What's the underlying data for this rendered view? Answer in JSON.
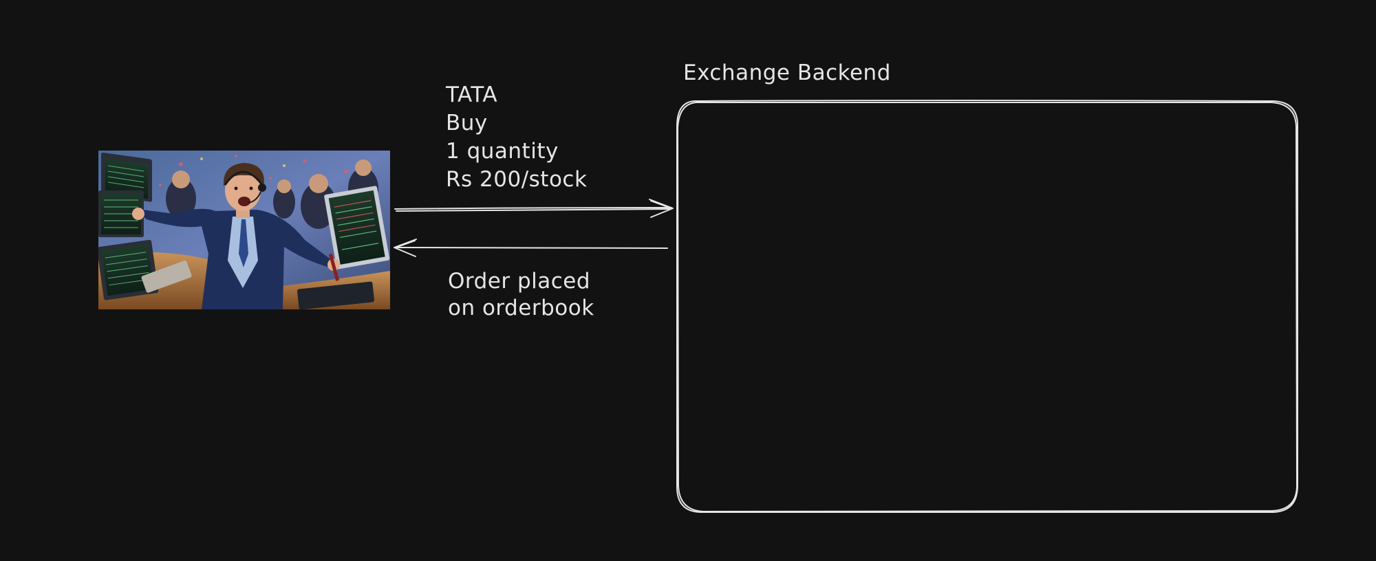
{
  "order_request": {
    "lines": [
      "TATA",
      "Buy",
      "1 quantity",
      "Rs 200/stock"
    ]
  },
  "order_response": {
    "lines": [
      "Order placed",
      "on orderbook"
    ]
  },
  "backend": {
    "title": "Exchange Backend"
  },
  "trader_image": {
    "description": "Illustration of an excited trader in a blue suit with headset surrounded by trading monitors"
  },
  "colors": {
    "background": "#121212",
    "stroke": "#e6e6e6",
    "text": "#e6e6e6"
  }
}
